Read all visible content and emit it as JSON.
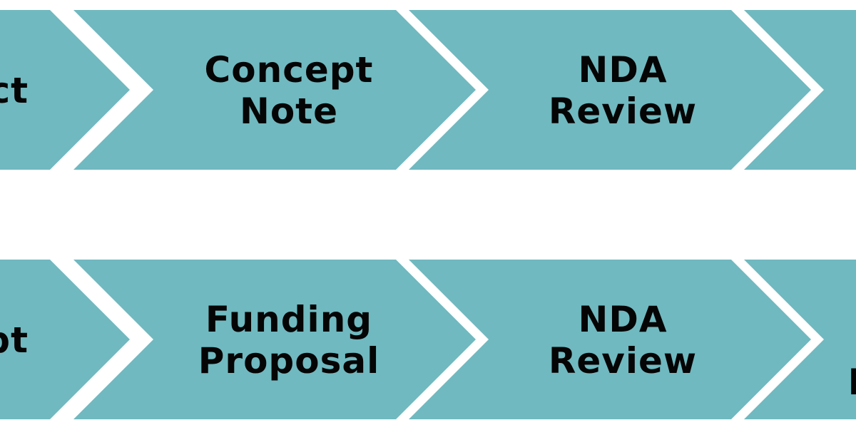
{
  "colors": {
    "chevron_fill": "#70b9c0",
    "background": "#ffffff",
    "text": "#050505"
  },
  "rows": [
    {
      "steps": [
        {
          "label": [
            "ct"
          ]
        },
        {
          "label": [
            "Concept",
            "Note"
          ]
        },
        {
          "label": [
            "NDA",
            "Review"
          ]
        },
        {
          "label": []
        }
      ]
    },
    {
      "steps": [
        {
          "label": [
            "pt"
          ]
        },
        {
          "label": [
            "Funding",
            "Proposal"
          ]
        },
        {
          "label": [
            "NDA",
            "Review"
          ]
        },
        {
          "label": [
            "L"
          ]
        }
      ]
    }
  ]
}
